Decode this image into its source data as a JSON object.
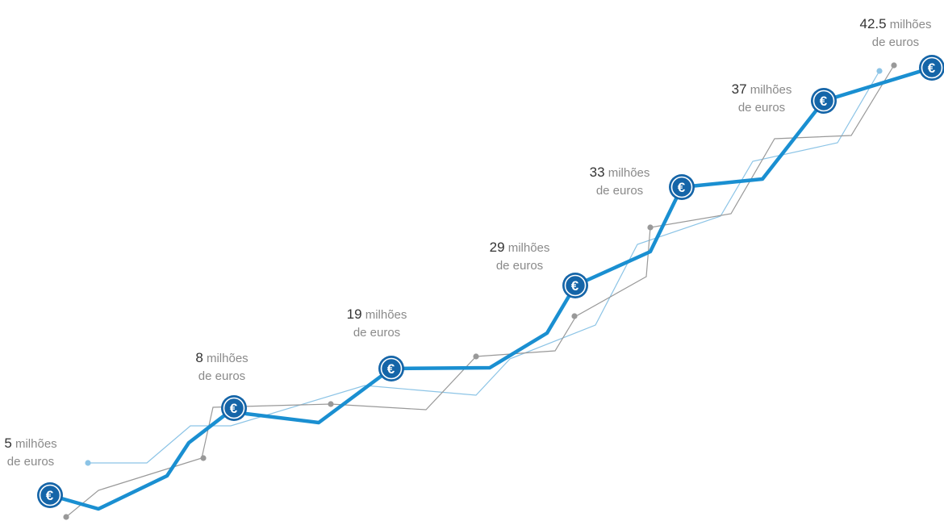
{
  "chart_data": {
    "type": "line",
    "title": "",
    "xlabel": "",
    "ylabel": "",
    "grid": false,
    "legend": "none",
    "milestone_icon": "euro-coin-icon",
    "colors": {
      "main": "#1a8fd1",
      "coin": "#1565a8",
      "gray": "#999999",
      "light": "#8cc4e6",
      "value_text": "#333333",
      "unit_text": "#8a8a8a"
    },
    "milestones": [
      {
        "value": "5",
        "unit": "milhões",
        "line2": "de euros"
      },
      {
        "value": "8",
        "unit": "milhões",
        "line2": "de euros"
      },
      {
        "value": "19",
        "unit": "milhões",
        "line2": "de euros"
      },
      {
        "value": "29",
        "unit": "milhões",
        "line2": "de euros"
      },
      {
        "value": "33",
        "unit": "milhões",
        "line2": "de euros"
      },
      {
        "value": "37",
        "unit": "milhões",
        "line2": "de euros"
      },
      {
        "value": "42.5",
        "unit": "milhões",
        "line2": "de euros"
      }
    ]
  }
}
